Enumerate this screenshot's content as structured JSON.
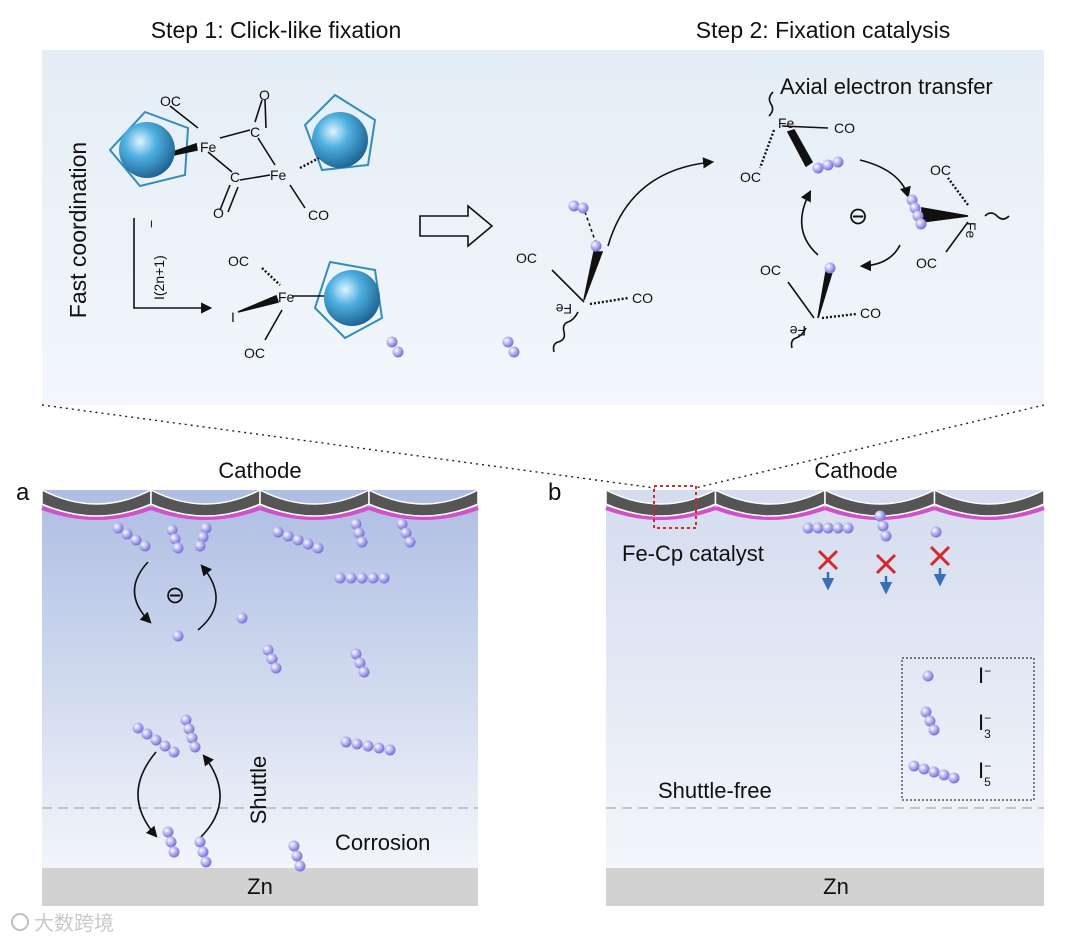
{
  "steps": {
    "step1_title": "Step 1: Click-like fixation",
    "step2_title": "Step 2: Fixation catalysis",
    "fast_coordination": "Fast coordination",
    "axial_transfer": "Axial electron transfer",
    "iodide_reagent": "I(2n+1)",
    "iodide_reagent_charge": "−",
    "ligands": {
      "oc": "OC",
      "co": "CO",
      "fe": "Fe",
      "c": "C",
      "o": "O",
      "i": "I"
    },
    "charge_symbol": "⊖"
  },
  "panel_a": {
    "letter": "a",
    "cathode": "Cathode",
    "shuttle": "Shuttle",
    "corrosion": "Corrosion",
    "anode": "Zn",
    "charge_symbol": "⊖"
  },
  "panel_b": {
    "letter": "b",
    "cathode": "Cathode",
    "catalyst": "Fe-Cp catalyst",
    "shuttle_free": "Shuttle-free",
    "anode": "Zn",
    "block_mark": "✕"
  },
  "legend": {
    "items": [
      {
        "label": "I",
        "sup": "−",
        "sub": ""
      },
      {
        "label": "I",
        "sup": "−",
        "sub": "3"
      },
      {
        "label": "I",
        "sup": "−",
        "sub": "5"
      }
    ]
  },
  "watermark": {
    "text": "大数跨境"
  },
  "colors": {
    "ion": "#a9a6ee",
    "ion_dark": "#6b66d8",
    "cathode_dark": "#555555",
    "catalyst_line": "#d24fc8",
    "zn": "#d2d2d2",
    "block_red": "#d62828",
    "arrow_blue": "#3a6fb8",
    "cp_ring": "#2f8fb8"
  }
}
